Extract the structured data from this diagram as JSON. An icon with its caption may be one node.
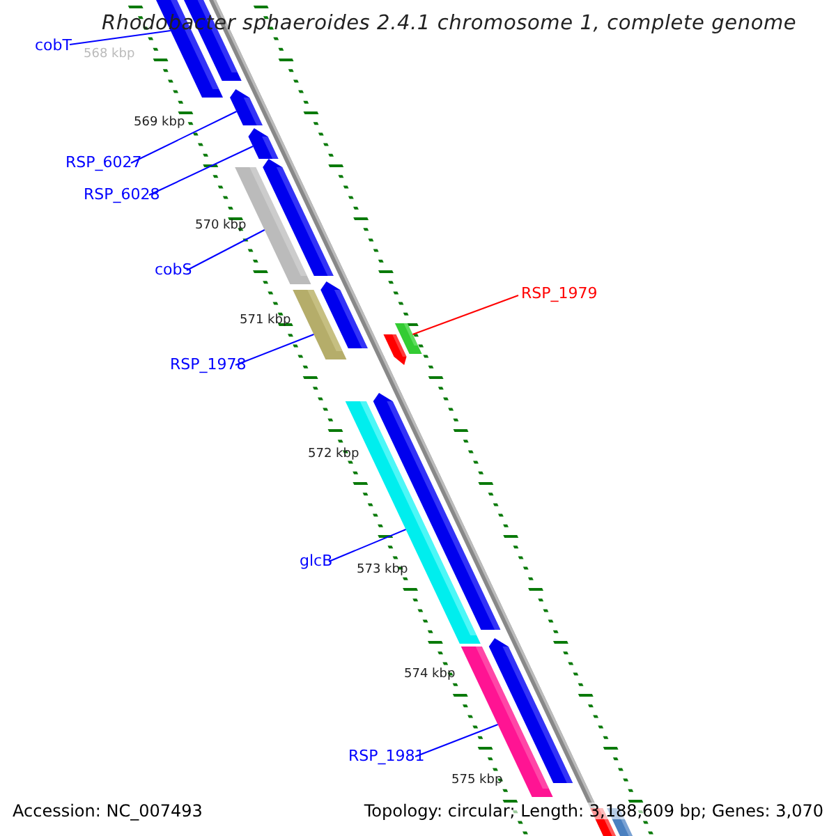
{
  "diagram": {
    "title": "Rhodobacter sphaeroides 2.4.1 chromosome 1, complete genome",
    "nodes": [
      {
        "text": [
          "cobT"
        ]
      },
      {
        "text": [
          "RSP_6027"
        ]
      },
      {
        "text": [
          "RSP_6028"
        ]
      },
      {
        "text": [
          "cobS"
        ]
      },
      {
        "text": [
          "RSP_1978"
        ]
      },
      {
        "text": [
          "RSP_1979"
        ]
      },
      {
        "text": [
          "glcB"
        ]
      },
      {
        "text": [
          "RSP_1981"
        ]
      },
      {
        "text": [],
        "shape": "bar"
      },
      {
        "text": [],
        "shape": "bar"
      },
      {
        "text": [],
        "shape": "bar"
      },
      {
        "text": [],
        "shape": "bar"
      },
      {
        "text": [],
        "shape": "bar"
      },
      {
        "text": [],
        "shape": "bar"
      },
      {
        "text": [],
        "shape": "bar"
      },
      {
        "text": [],
        "shape": "bar"
      }
    ],
    "edges": [
      {
        "from": 0,
        "to": 8,
        "arrow": "none"
      },
      {
        "from": 1,
        "to": 9,
        "arrow": "none"
      },
      {
        "from": 2,
        "to": 10,
        "arrow": "none"
      },
      {
        "from": 3,
        "to": 11,
        "arrow": "none"
      },
      {
        "from": 4,
        "to": 12,
        "arrow": "none"
      },
      {
        "from": 5,
        "to": 13,
        "arrow": "none",
        "color": "#ff0000"
      },
      {
        "from": 6,
        "to": 14,
        "arrow": "none"
      },
      {
        "from": 7,
        "to": 15,
        "arrow": "none"
      }
    ],
    "labels": [
      "568 kbp",
      "569 kbp",
      "570 kbp",
      "571 kbp",
      "572 kbp",
      "573 kbp",
      "574 kbp",
      "575 kbp",
      "Accession: NC_007493",
      "Topology: circular; Length: 3,188,609 bp; Genes: 3,070"
    ]
  }
}
